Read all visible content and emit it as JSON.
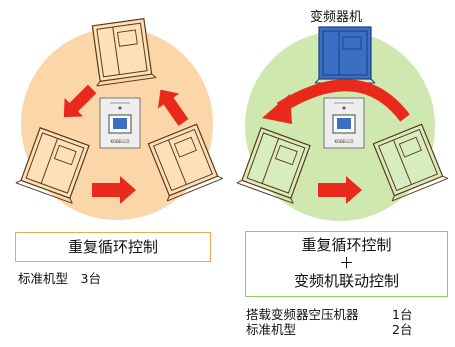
{
  "colors": {
    "left_disc": "#fbd6a8",
    "right_disc": "#cfe8b0",
    "left_border": "#f2a65a",
    "right_border": "#8dcf5c",
    "arrow_red": "#e8291c",
    "compressor_standard_left": "#fde0b8",
    "compressor_standard_right": "#d7edbf",
    "compressor_inverter": "#3a6fc4",
    "controller": "#eeeeee"
  },
  "left": {
    "caption": "重复循环控制",
    "note": "标准机型　3台"
  },
  "right": {
    "top_label": "变频器机",
    "caption_line1": "重复循环控制",
    "caption_plus": "＋",
    "caption_line2": "变频机联动控制",
    "spec": [
      {
        "name": "搭载变频器空压机器",
        "qty": "1台"
      },
      {
        "name": "标准机型",
        "qty": "2台"
      }
    ]
  },
  "controller_label": "KOBELCO"
}
